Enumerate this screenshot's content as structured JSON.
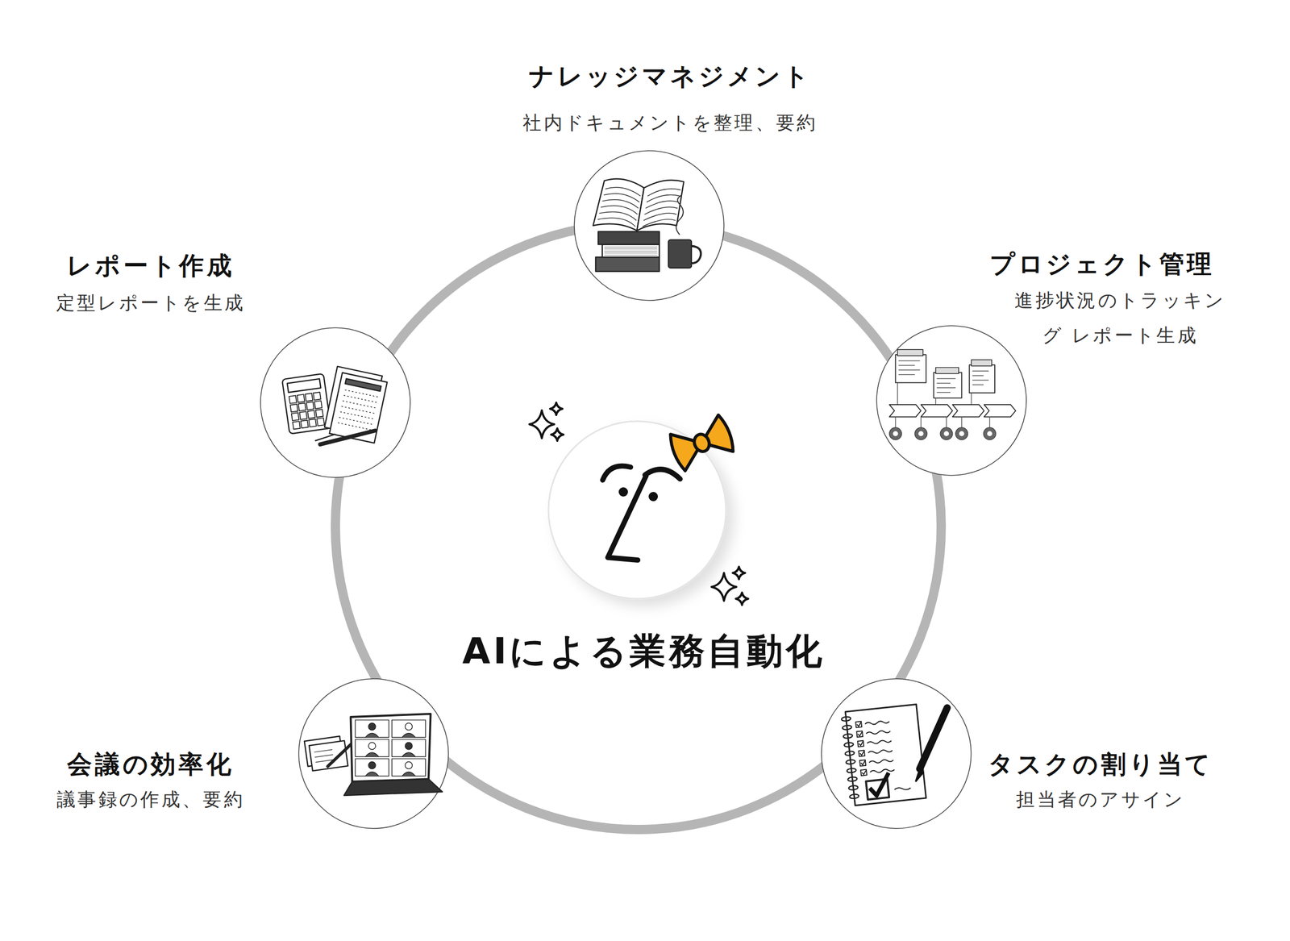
{
  "diagram": {
    "title": "AIによる業務自動化",
    "nodes": [
      {
        "text": [
          "ナレッジマネジメント",
          "社内ドキュメントを整理、要約"
        ]
      },
      {
        "text": [
          "レポート作成",
          "定型レポートを生成"
        ]
      },
      {
        "text": [
          "プロジェクト管理",
          "進捗状況のトラッキング レポート生成"
        ]
      },
      {
        "text": [
          "会議の効率化",
          "議事録の作成、要約"
        ]
      },
      {
        "text": [
          "タスクの割り当て",
          "担当者のアサイン"
        ]
      }
    ]
  }
}
